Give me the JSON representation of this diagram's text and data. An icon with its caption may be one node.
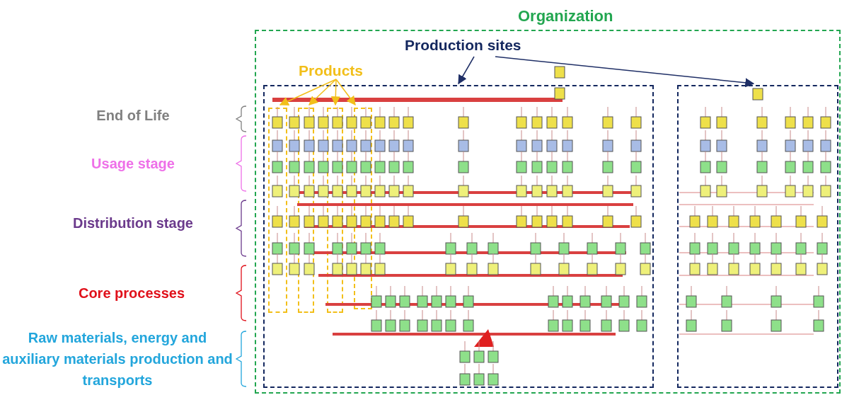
{
  "diagram": {
    "nodes": [
      {
        "text": [
          "Organization"
        ]
      },
      {
        "text": [
          "Production sites"
        ],
        "in": 0
      },
      {
        "text": [],
        "shape": "box",
        "in": 0
      },
      {
        "text": [],
        "shape": "box",
        "in": 0
      },
      {
        "text": [
          "Products"
        ],
        "in": 0
      },
      {
        "text": [],
        "shape": "box",
        "in": 2
      },
      {
        "text": [],
        "shape": "box",
        "in": 2
      },
      {
        "text": [],
        "shape": "box",
        "in": 2
      },
      {
        "text": [],
        "shape": "box",
        "in": 2
      }
    ],
    "edges": [
      {
        "from": 1,
        "to": 2,
        "arrow": "to",
        "color": "#1f2f66"
      },
      {
        "from": 1,
        "to": 3,
        "arrow": "to",
        "color": "#1f2f66"
      },
      {
        "from": 4,
        "to": 5,
        "arrow": "to"
      },
      {
        "from": 4,
        "to": 6,
        "arrow": "to"
      },
      {
        "from": 4,
        "to": 7,
        "arrow": "to"
      },
      {
        "from": 4,
        "to": 8,
        "arrow": "to"
      }
    ],
    "labels": [
      "End of Life",
      "Usage stage",
      "Distribution stage",
      "Core processes",
      "Raw materials, energy and auxiliary materials production and transports"
    ]
  }
}
